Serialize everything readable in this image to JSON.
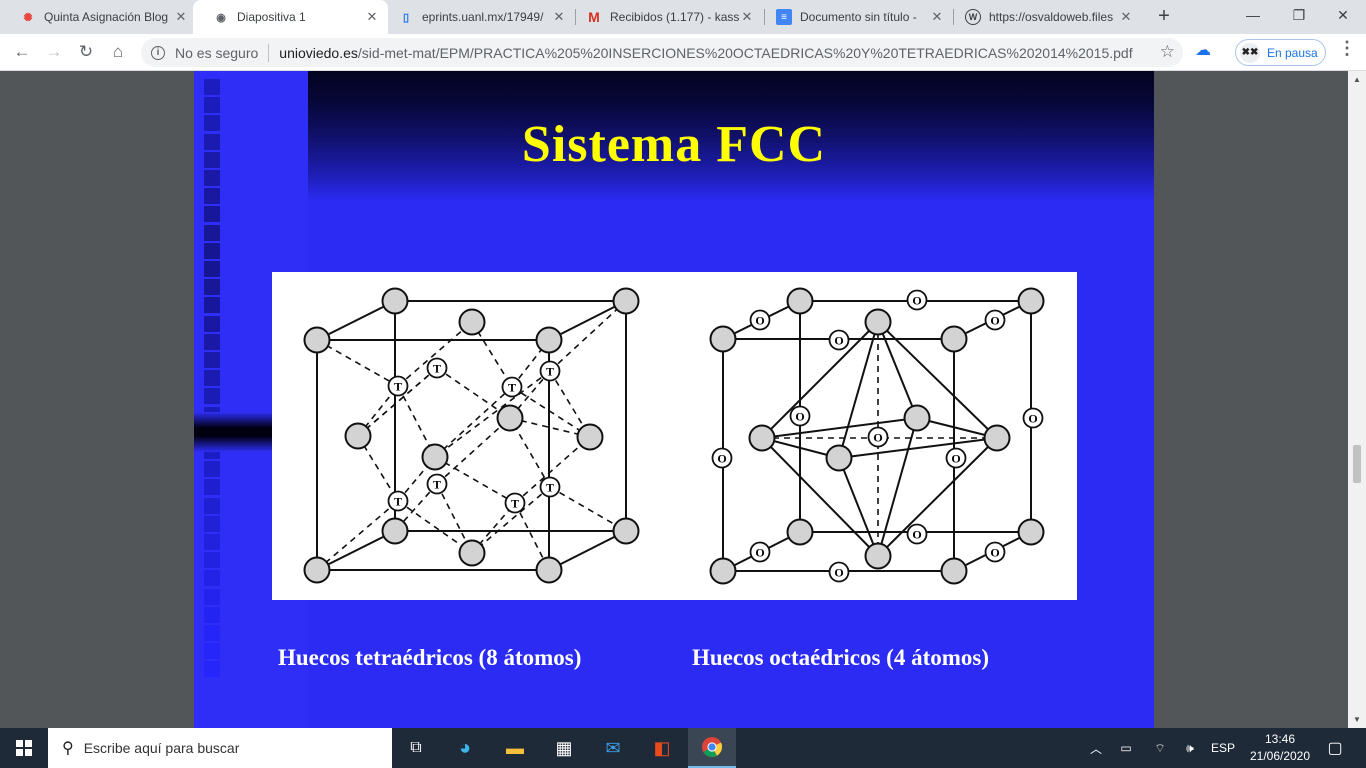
{
  "browser": {
    "tabs": [
      {
        "title": "Quinta Asignación Blog",
        "icon": "blogger-icon"
      },
      {
        "title": "Diapositiva 1",
        "icon": "globe-icon"
      },
      {
        "title": "eprints.uanl.mx/17949/",
        "icon": "document-icon"
      },
      {
        "title": "Recibidos (1.177) - kass",
        "icon": "gmail-icon"
      },
      {
        "title": "Documento sin título - ",
        "icon": "google-docs-icon"
      },
      {
        "title": "https://osvaldoweb.files",
        "icon": "wordpress-icon"
      }
    ],
    "active_tab_index": 1,
    "address": {
      "security_label": "No es seguro",
      "host": "unioviedo.es",
      "path": "/sid-met-mat/EPM/PRACTICA%205%20INSERCIONES%20OCTAEDRICAS%20Y%20TETRAEDRICAS%202014%2015.pdf"
    },
    "profile_status": "En pausa"
  },
  "slide": {
    "title": "Sistema FCC",
    "caption_left": "Huecos tetraédricos (8 átomos)",
    "caption_right": "Huecos octaédricos (4 átomos)",
    "tetra_label": "T",
    "octa_label": "O",
    "colors": {
      "title": "#ffff00",
      "background": "#2b2bf3",
      "atom": "#d3d3d3"
    }
  },
  "taskbar": {
    "search_placeholder": "Escribe aquí para buscar",
    "language": "ESP",
    "time": "13:46",
    "date": "21/06/2020",
    "pinned": [
      "task-view-icon",
      "edge-icon",
      "file-explorer-icon",
      "store-icon",
      "mail-icon",
      "office-icon",
      "chrome-icon"
    ]
  }
}
